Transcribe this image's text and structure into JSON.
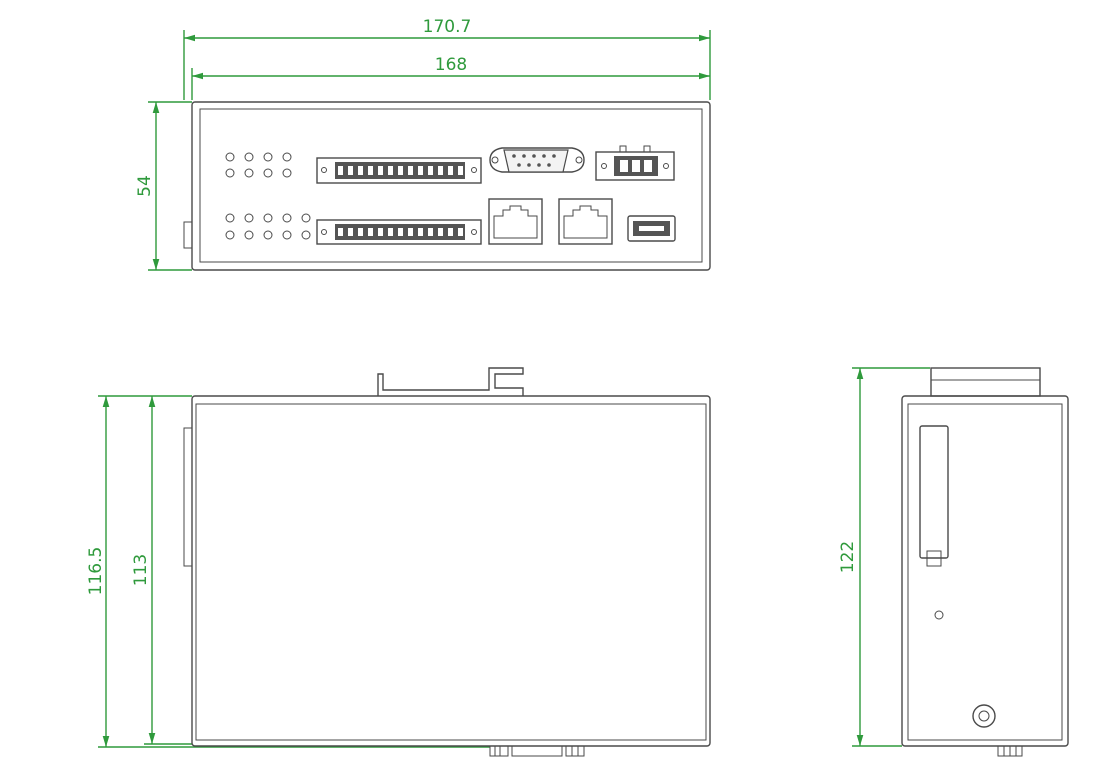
{
  "dimensions": {
    "front_total_width": "170.7",
    "front_body_width": "168",
    "front_height": "54",
    "side_total_height": "116.5",
    "side_body_height": "113",
    "end_total_height": "122"
  },
  "colors": {
    "dimension": "#2f9a3c",
    "outline": "#4a4a4a"
  }
}
